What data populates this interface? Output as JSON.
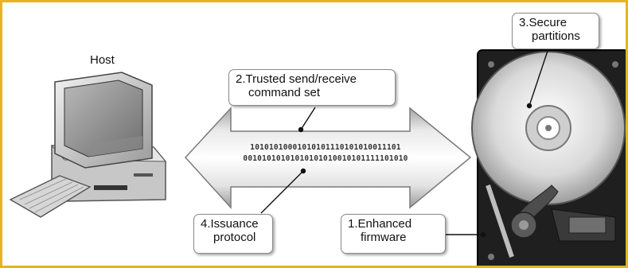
{
  "diagram": {
    "host_label": "Host",
    "binary": {
      "line1": "10101010001010101110101010011101",
      "line2": "00101010101010101010010101111101010"
    },
    "callouts": {
      "trusted_send": {
        "number": "2.",
        "line1": "Trusted send/receive",
        "line2": "command set"
      },
      "secure_partitions": {
        "number": "3.",
        "line1": "Secure",
        "line2": "partitions"
      },
      "issuance": {
        "number": "4.",
        "line1": "Issuance",
        "line2": "protocol"
      },
      "firmware": {
        "number": "1.",
        "line1": "Enhanced",
        "line2": "firmware"
      }
    },
    "colors": {
      "border": "#e8b320",
      "arrow_light": "#f4f4f4",
      "arrow_dark": "#8a8a8a",
      "callout_border": "#8a8a8a"
    },
    "icons": [
      "computer-icon",
      "hard-drive-icon",
      "double-arrow-icon"
    ]
  }
}
